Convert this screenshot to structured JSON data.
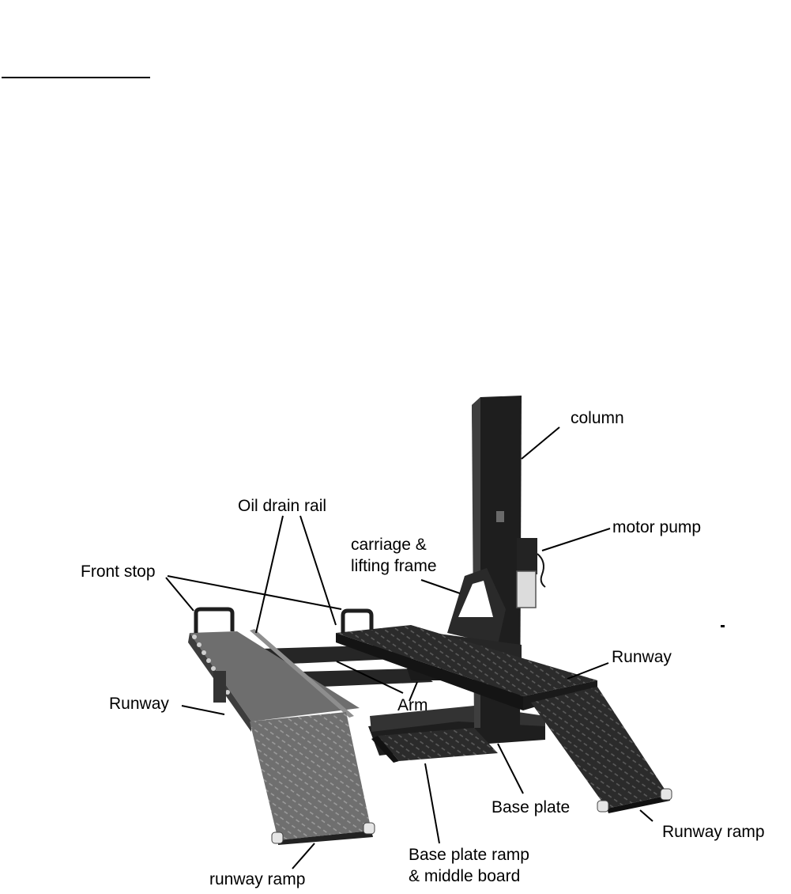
{
  "figure": {
    "colors": {
      "background": "#ffffff",
      "steel_dark": "#1e1e1e",
      "steel_mid": "#3a3a3a",
      "steel_light": "#8a8a8a",
      "runway_left": "#6e6e6e",
      "ink": "#000000"
    },
    "labels": {
      "column": "column",
      "oil_drain_rail": "Oil drain rail",
      "motor_pump": "motor pump",
      "carriage_line1": "carriage &",
      "carriage_line2": "lifting frame",
      "front_stop": "Front stop",
      "runway_right": "Runway",
      "runway_left": "Runway",
      "arm": "Arm",
      "base_plate": "Base plate",
      "runway_ramp_right": "Runway ramp",
      "base_plate_ramp_line1": "Base plate ramp",
      "base_plate_ramp_line2": "& middle board",
      "runway_ramp_left": "runway ramp"
    }
  }
}
